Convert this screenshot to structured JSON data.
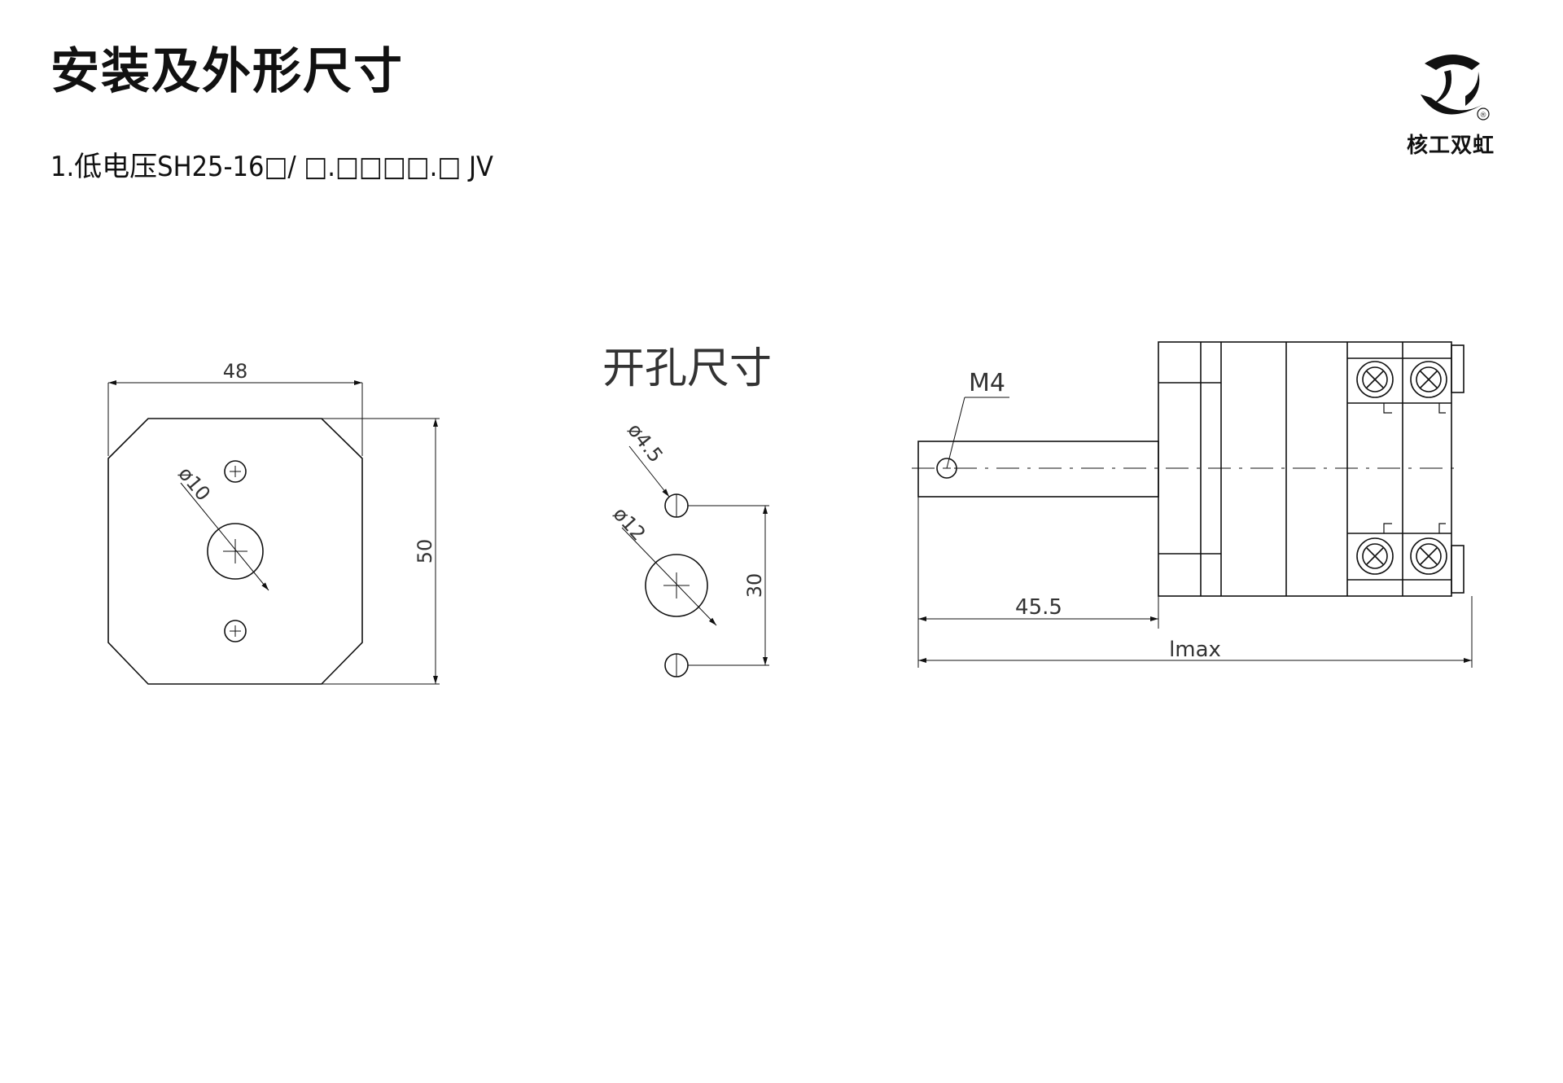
{
  "page": {
    "title": "安装及外形尺寸",
    "model_line": "1.低电压SH25-16□/ □.□□□□.□ JV"
  },
  "brand": {
    "name": "核工双虹",
    "logo_icon": "swirl-logo-icon",
    "registered_mark": "®"
  },
  "front_view": {
    "width_label": "48",
    "height_label": "50",
    "center_hole_label": "ø10"
  },
  "cutout_view": {
    "title": "开孔尺寸",
    "small_hole_label": "ø4.5",
    "center_hole_label": "ø12",
    "spacing_label": "30"
  },
  "side_view": {
    "thread_label": "M4",
    "shaft_length_label": "45.5",
    "total_length_label": "lmax"
  },
  "colors": {
    "line": "#111111",
    "dim_text": "#333333",
    "background": "#ffffff"
  }
}
